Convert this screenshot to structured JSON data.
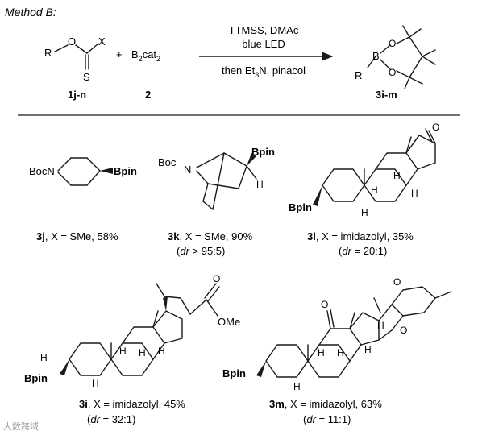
{
  "header": {
    "method": "Method B:"
  },
  "scheme": {
    "reagent_top": "TTMSS, DMAc",
    "reagent_mid": "blue LED",
    "reagent_bottom": "then Et",
    "reagent_bottom_sub": "3",
    "reagent_bottom_tail": "N, pinacol",
    "plus": "+",
    "b2cat2_main": "B",
    "b2cat2_sub1": "2",
    "b2cat2_mid": "cat",
    "b2cat2_sub2": "2",
    "sm1_label": "1j-n",
    "sm2_label": "2",
    "product_label": "3i-m",
    "atom_R": "R",
    "atom_O": "O",
    "atom_X": "X",
    "atom_S": "S",
    "atom_B": "B"
  },
  "products": [
    {
      "id": "3j",
      "desc": ", X = SMe, 58%",
      "dr": ""
    },
    {
      "id": "3k",
      "desc": ", X = SMe, 90%",
      "dr_pre": "(",
      "dr_it": "dr",
      "dr_post": " > 95:5)"
    },
    {
      "id": "3l",
      "desc": ", X = imidazolyl, 35%",
      "dr_pre": "(",
      "dr_it": "dr",
      "dr_post": " = 20:1)"
    },
    {
      "id": "3i",
      "desc": ", X = imidazolyl, 45%",
      "dr_pre": "(",
      "dr_it": "dr",
      "dr_post": " = 32:1)"
    },
    {
      "id": "3m",
      "desc": ", X = imidazolyl, 63%",
      "dr_pre": "(",
      "dr_it": "dr",
      "dr_post": " = 11:1)"
    }
  ],
  "atoms": {
    "boc_n": "BocN",
    "boc": "Boc",
    "n": "N",
    "bpin": "Bpin",
    "h": "H",
    "o": "O",
    "ome": "OMe"
  },
  "watermark": "大数跨域"
}
